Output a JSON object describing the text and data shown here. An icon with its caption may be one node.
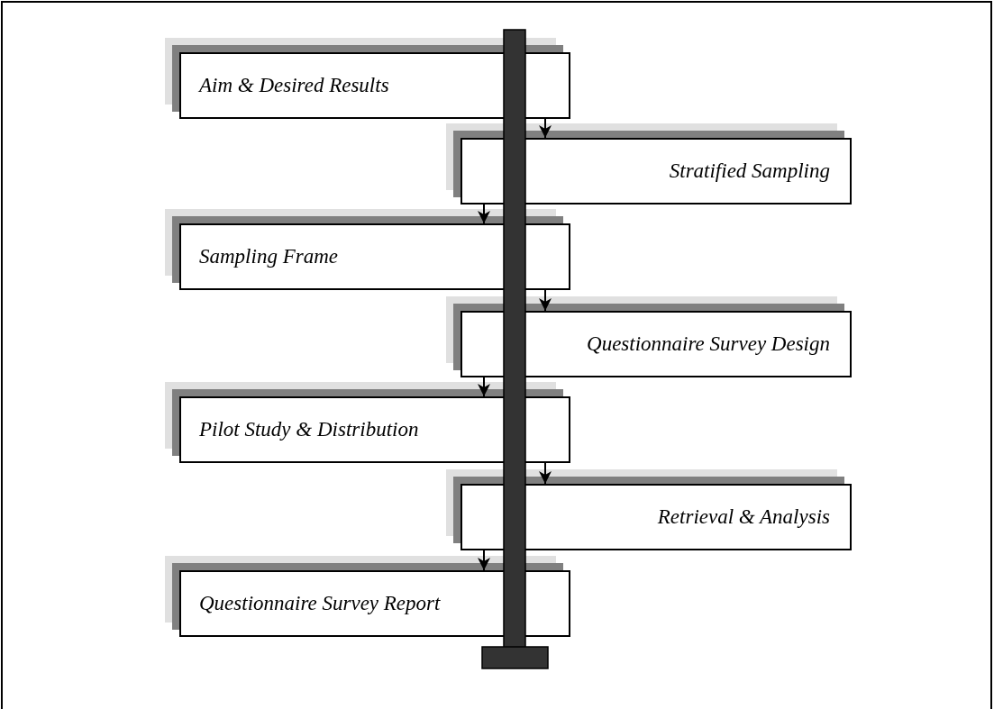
{
  "diagram": {
    "nodes": [
      {
        "text": [
          "Aim & Desired Results"
        ]
      },
      {
        "text": [
          "Stratified Sampling"
        ]
      },
      {
        "text": [
          "Sampling Frame"
        ]
      },
      {
        "text": [
          "Questionnaire Survey Design"
        ]
      },
      {
        "text": [
          "Pilot Study & Distribution"
        ]
      },
      {
        "text": [
          "Retrieval & Analysis"
        ]
      },
      {
        "text": [
          "Questionnaire Survey Report"
        ]
      }
    ],
    "edges": [
      {
        "from": 0,
        "to": 1,
        "arrow": "to"
      },
      {
        "from": 1,
        "to": 2,
        "arrow": "to"
      },
      {
        "from": 2,
        "to": 3,
        "arrow": "to"
      },
      {
        "from": 3,
        "to": 4,
        "arrow": "to"
      },
      {
        "from": 4,
        "to": 5,
        "arrow": "to"
      },
      {
        "from": 5,
        "to": 6,
        "arrow": "to"
      }
    ]
  }
}
